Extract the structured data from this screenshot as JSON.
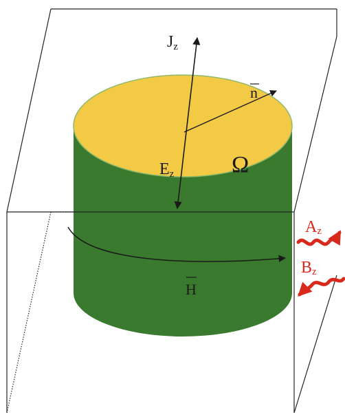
{
  "diagram": {
    "labels": {
      "jz": {
        "main": "J",
        "sub": "z"
      },
      "n": {
        "main": "n"
      },
      "ez": {
        "main": "E",
        "sub": "z"
      },
      "omega": {
        "main": "Ω"
      },
      "h": {
        "main": "H"
      },
      "az": {
        "main": "A",
        "sub": "z"
      },
      "bz": {
        "main": "B",
        "sub": "z"
      }
    },
    "colors": {
      "cylinder_side": "#3a7a2e",
      "cylinder_top": "#f2ca45",
      "top_rim": "#8fb96a",
      "box_lines": "#222222",
      "arrows": "#1a1a1a",
      "wave_arrows": "#d9291c"
    }
  }
}
